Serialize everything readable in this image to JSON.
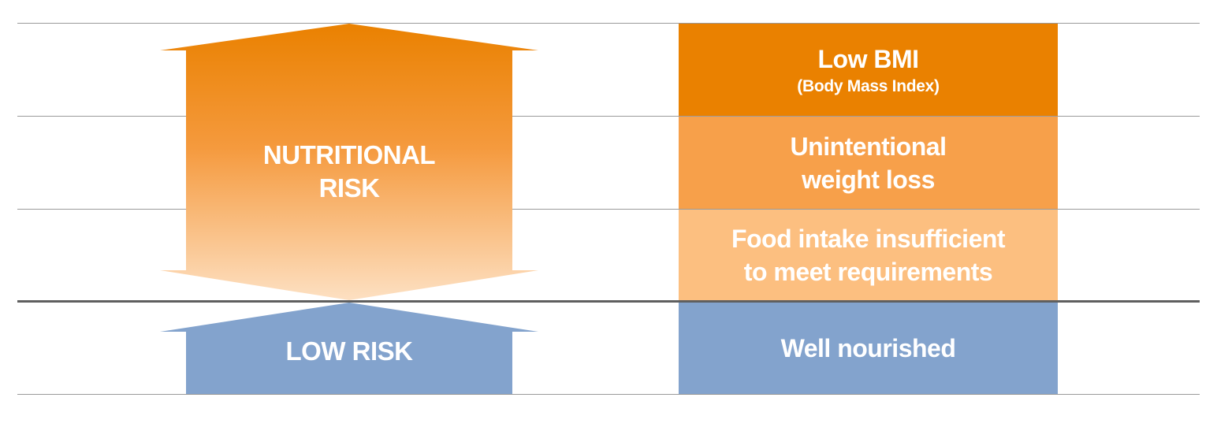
{
  "left_column": {
    "nutritional_risk_label": [
      "NUTRITIONAL",
      "RISK"
    ],
    "low_risk_label": "LOW RISK"
  },
  "right_column": {
    "boxes": [
      {
        "lines": [
          "Low BMI"
        ],
        "sub": "(Body Mass Index)",
        "color": "#ea8100"
      },
      {
        "lines": [
          "Unintentional",
          "weight loss"
        ],
        "color": "#f7a04a"
      },
      {
        "lines": [
          "Food intake insufficient",
          "to meet requirements"
        ],
        "color": "#fcbf80"
      },
      {
        "lines": [
          "Well nourished"
        ],
        "color": "#83a3cd"
      }
    ]
  },
  "colors": {
    "risk_arrow_top": "#ea8100",
    "risk_arrow_bottom": "#fde0c2",
    "low_risk_arrow": "#83a3cd",
    "divider": "#5f5f5f",
    "gridline": "#9a9a9a"
  }
}
